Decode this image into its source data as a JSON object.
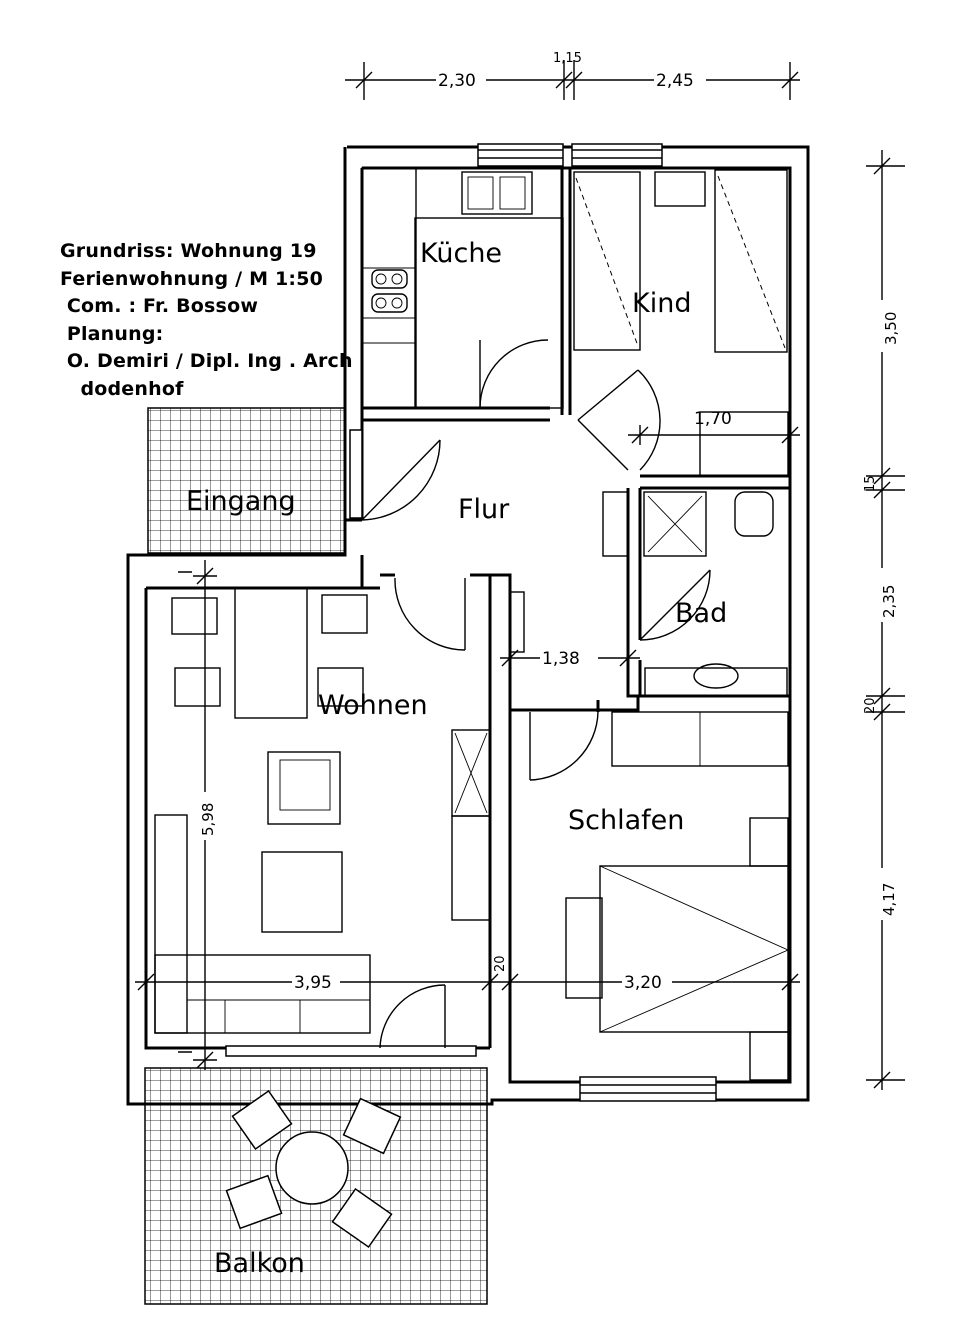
{
  "title_block": {
    "line1": "Grundriss: Wohnung 19",
    "line2": "Ferienwohnung / M 1:50",
    "line3": " Com. : Fr. Bossow",
    "line4": " Planung:",
    "line5": " O. Demiri / Dipl. Ing . Arch",
    "line6": "   dodenhof"
  },
  "rooms": {
    "kueche": "Küche",
    "kind": "Kind",
    "flur": "Flur",
    "bad": "Bad",
    "wohnen": "Wohnen",
    "schlafen": "Schlafen",
    "eingang": "Eingang",
    "balkon": "Balkon"
  },
  "dimensions": {
    "top_left": "2,30",
    "top_mid": "1,15",
    "top_right": "2,45",
    "right_1": "3,50",
    "right_2": "15",
    "right_3": "2,35",
    "right_4": "20",
    "right_5": "4,17",
    "kind_width": "1,70",
    "flur_width": "1,38",
    "wohnen_depth": "5,98",
    "wohnen_width": "3,95",
    "schlafen_width": "3,20",
    "wall_20": "20"
  }
}
